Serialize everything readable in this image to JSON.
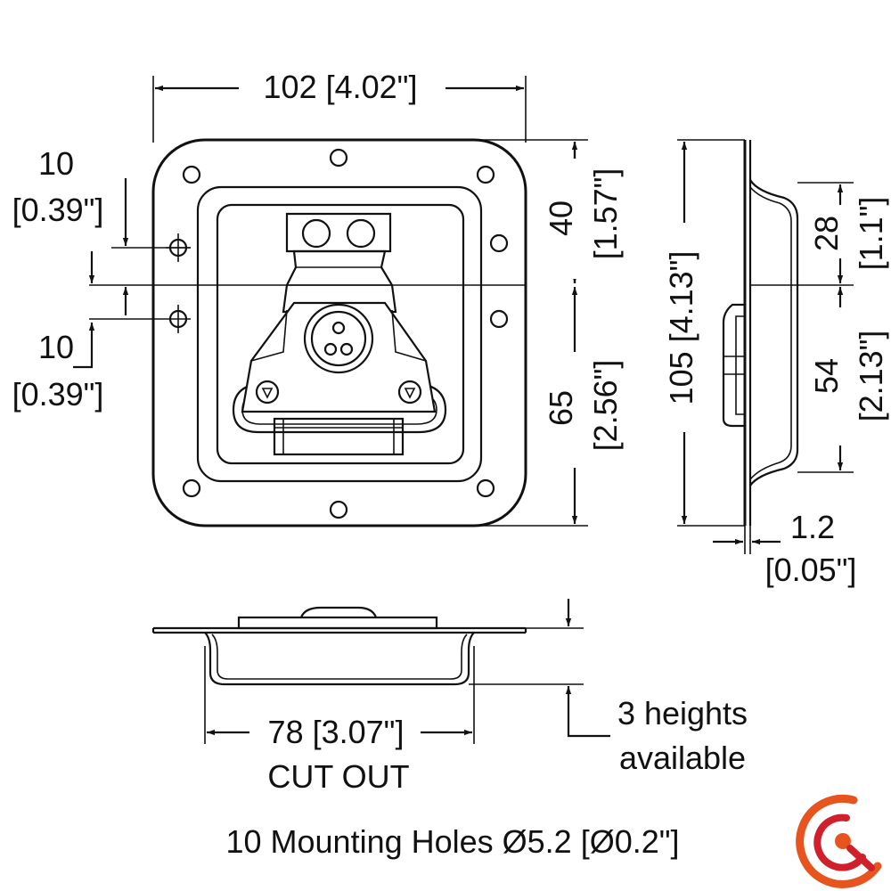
{
  "dimensions": {
    "top_width": "102 [4.02\"]",
    "left_top_mm": "10",
    "left_top_in": "[0.39\"]",
    "left_bottom_mm": "10",
    "left_bottom_in": "[0.39\"]",
    "right_upper_mm": "40",
    "right_upper_in": "[1.57\"]",
    "right_lower_mm": "65",
    "right_lower_in": "[2.56\"]",
    "side_height": "105 [4.13\"]",
    "side_upper_mm": "28",
    "side_upper_in": "[1.1\"]",
    "side_lower_mm": "54",
    "side_lower_in": "[2.13\"]",
    "thickness_mm": "1.2",
    "thickness_in": "[0.05\"]",
    "cutout_width": "78 [3.07\"]",
    "cutout_label": "CUT OUT",
    "heights_line1": "3 heights",
    "heights_line2": "available"
  },
  "footer_note": "10 Mounting Holes Ø5.2 [Ø0.2\"]",
  "colors": {
    "line": "#111111",
    "logo_orange": "#e8541e",
    "logo_red": "#d0202b"
  },
  "logo": {
    "icon": "brand-logo-icon"
  }
}
